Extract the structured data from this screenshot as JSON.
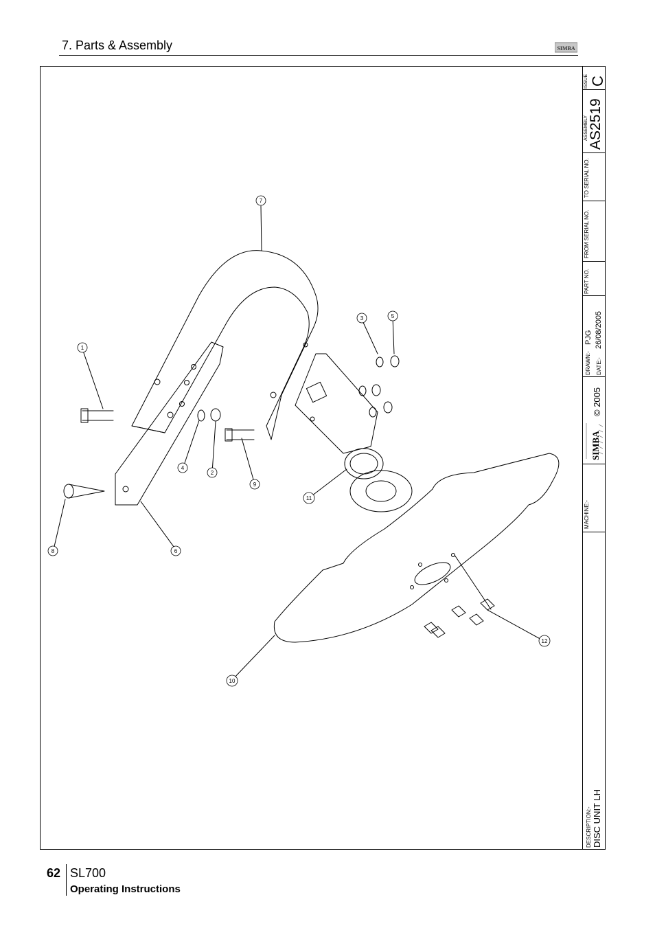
{
  "header": {
    "section_title": "7. Parts & Assembly",
    "logo_text": "SIMBA"
  },
  "title_block": {
    "issue_label": "ISSUE",
    "issue_value": "C",
    "assembly_label": "ASSEMBLY",
    "assembly_value": "AS2519",
    "to_serial_label": "TO SERIAL NO.",
    "from_serial_label": "FROM SERIAL NO.",
    "part_no_label": "PART NO.",
    "drawn_label": "DRAWN:-",
    "drawn_value": "PJG",
    "date_label": "DATE:-",
    "date_value": "26/08/2005",
    "copyright": "© 2005",
    "brand": "SIMBA",
    "machine_label": "MACHINE:-",
    "description_label": "DESCRIPTION:-",
    "description_value": "DISC UNIT LH"
  },
  "callouts": [
    "1",
    "2",
    "3",
    "4",
    "5",
    "6",
    "7",
    "8",
    "9",
    "10",
    "11",
    "12"
  ],
  "footer": {
    "page_number": "62",
    "model": "SL700",
    "doc_type": "Operating Instructions"
  }
}
